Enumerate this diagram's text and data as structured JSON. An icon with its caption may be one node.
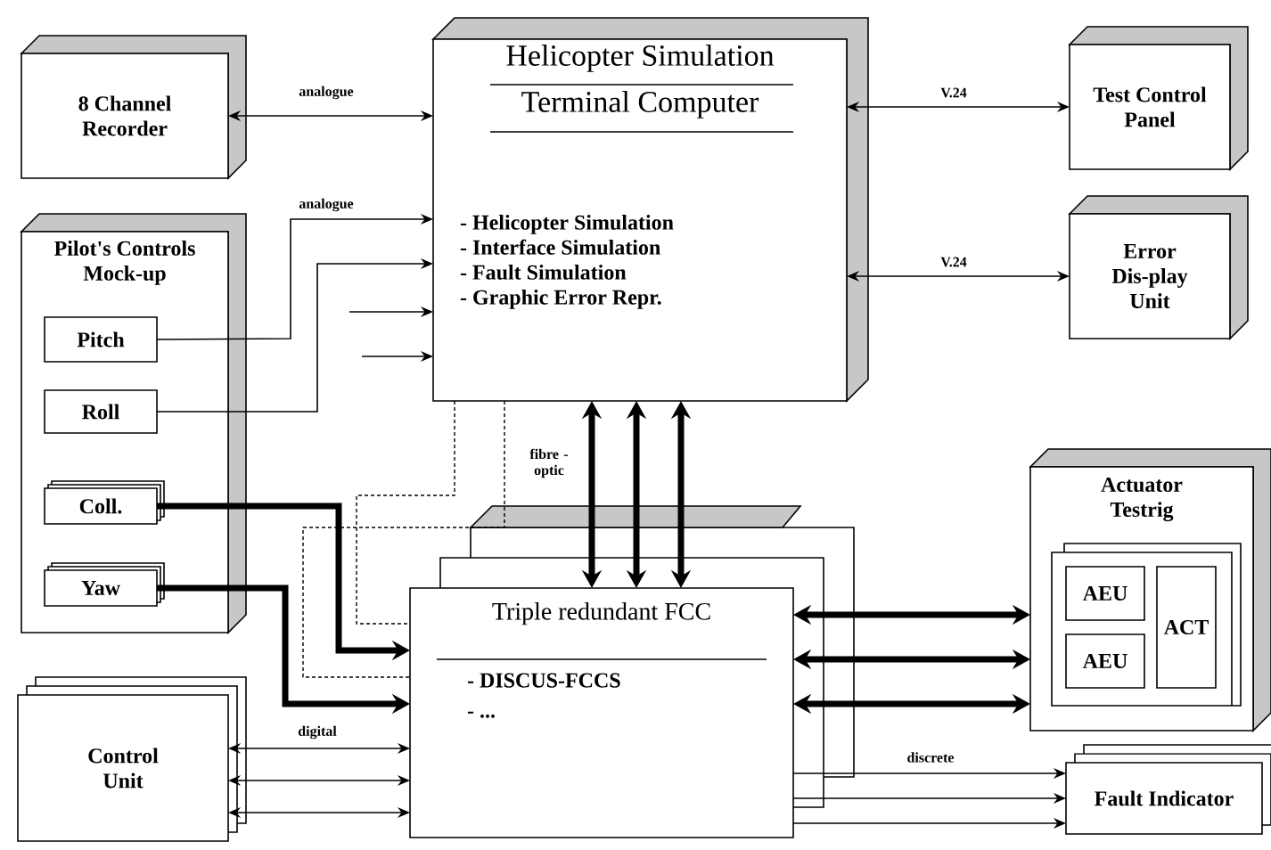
{
  "diagram": {
    "nodes": [
      {
        "text": [
          "Helicopter Simulation Terminal Computer",
          "- Helicopter Simulation",
          "- Interface Simulation",
          "- Fault Simulation",
          "- Graphic Error Repr."
        ]
      },
      {
        "text": [
          "8 Channel Recorder"
        ]
      },
      {
        "text": [
          "Test Control Panel"
        ]
      },
      {
        "text": [
          "Error Dis-play Unit"
        ]
      },
      {
        "text": [
          "Pilot's Controls Mock-up"
        ]
      },
      {
        "text": [
          "Pitch"
        ],
        "in": 4
      },
      {
        "text": [
          "Roll"
        ],
        "in": 4
      },
      {
        "text": [
          "Coll."
        ],
        "in": 4
      },
      {
        "text": [
          "Yaw"
        ],
        "in": 4
      },
      {
        "text": [
          "Actuator Testrig"
        ]
      },
      {
        "text": [
          "AEU"
        ],
        "in": 9
      },
      {
        "text": [
          "AEU"
        ],
        "in": 9
      },
      {
        "text": [
          "ACT"
        ],
        "in": 9
      },
      {
        "text": [
          "Control Unit"
        ]
      },
      {
        "text": [
          "Triple redundant FCC",
          "- DISCUS-FCCS",
          "- ..."
        ]
      },
      {
        "text": [
          "Fault Indicator"
        ]
      }
    ],
    "edges": [
      {
        "from": 1,
        "to": 0,
        "arrow": "both",
        "label": "analogue"
      },
      {
        "from": 0,
        "to": 2,
        "arrow": "both",
        "label": "V.24"
      },
      {
        "from": 0,
        "to": 3,
        "arrow": "both",
        "label": "V.24"
      },
      {
        "from": 5,
        "to": 0,
        "arrow": "to",
        "label": "analogue"
      },
      {
        "from": 6,
        "to": 0,
        "arrow": "to"
      },
      {
        "from": null,
        "to": 0,
        "arrow": "to"
      },
      {
        "from": null,
        "to": 0,
        "arrow": "to"
      },
      {
        "from": 0,
        "to": 14,
        "arrow": "none",
        "style": "dashed"
      },
      {
        "from": 0,
        "to": 14,
        "arrow": "none",
        "style": "dashed"
      },
      {
        "from": 7,
        "to": 14,
        "arrow": "to",
        "style": "thick"
      },
      {
        "from": 8,
        "to": 14,
        "arrow": "to",
        "style": "thick"
      },
      {
        "from": 0,
        "to": 14,
        "arrow": "both",
        "style": "thick",
        "label": "fibre - optic"
      },
      {
        "from": 0,
        "to": 14,
        "arrow": "both",
        "style": "thick"
      },
      {
        "from": 0,
        "to": 14,
        "arrow": "both",
        "style": "thick"
      },
      {
        "from": 14,
        "to": 9,
        "arrow": "both",
        "style": "thick"
      },
      {
        "from": 14,
        "to": 9,
        "arrow": "both",
        "style": "thick"
      },
      {
        "from": 14,
        "to": 9,
        "arrow": "both",
        "style": "thick"
      },
      {
        "from": 13,
        "to": 14,
        "arrow": "both",
        "label": "digital"
      },
      {
        "from": 13,
        "to": 14,
        "arrow": "both"
      },
      {
        "from": 13,
        "to": 14,
        "arrow": "both"
      },
      {
        "from": 14,
        "to": 15,
        "arrow": "to",
        "label": "discrete"
      },
      {
        "from": 14,
        "to": 15,
        "arrow": "to"
      },
      {
        "from": 14,
        "to": 15,
        "arrow": "to"
      }
    ]
  }
}
